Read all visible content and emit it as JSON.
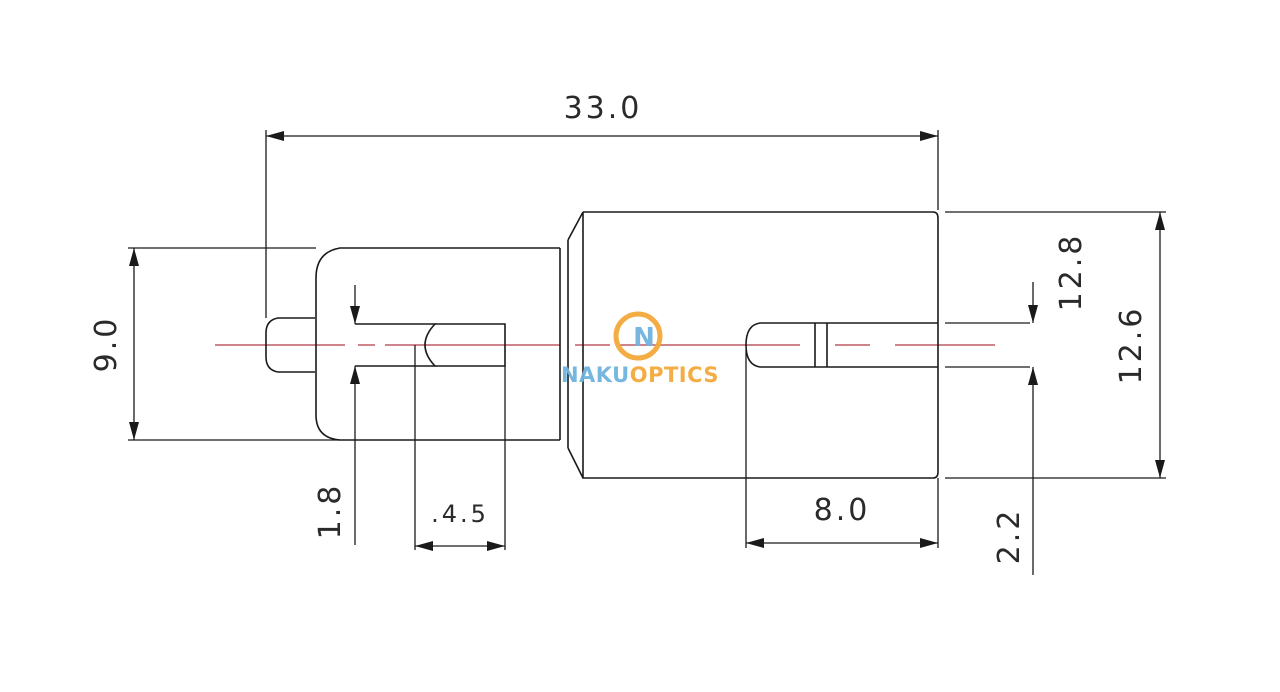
{
  "dimensions": {
    "overall_length": "33.0",
    "small_diameter": "9.0",
    "large_diameter": "12.6",
    "bore_diameter": "12.8",
    "pin_diameter": "1.8",
    "pin_depth": ".4.5",
    "ferrule_depth": "8.0",
    "ferrule_diameter": "2.2"
  },
  "logo": {
    "letter": "N",
    "brand_part1": "NAKU",
    "brand_part2": "OPTICS"
  },
  "colors": {
    "line": "#1a1a1a",
    "centerline": "#b23a48",
    "brand_blue": "#6fb3de",
    "brand_orange": "#f4a93a"
  }
}
